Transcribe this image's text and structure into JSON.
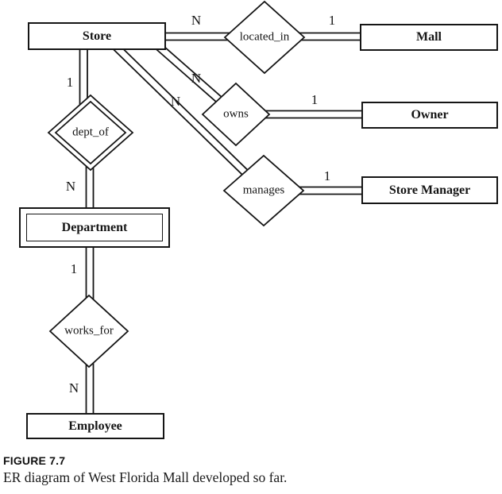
{
  "figure": {
    "caption_label": "FIGURE 7.7",
    "caption_text": "ER diagram of West Florida Mall developed so far."
  },
  "entities": {
    "store": "Store",
    "mall": "Mall",
    "owner": "Owner",
    "store_manager": "Store Manager",
    "department": "Department",
    "employee": "Employee"
  },
  "relationships": {
    "located_in": "located_in",
    "owns": "owns",
    "manages": "manages",
    "dept_of": "dept_of",
    "works_for": "works_for"
  },
  "cardinalities": {
    "store_located_in": "N",
    "located_in_mall": "1",
    "store_dept_of": "1",
    "store_owns": "N",
    "store_manages": "N",
    "owns_owner": "1",
    "manages_store_manager": "1",
    "dept_of_department": "N",
    "department_works_for": "1",
    "works_for_employee": "N"
  },
  "notation": {
    "line_color": "#151515",
    "fill_color": "#ffffff"
  }
}
